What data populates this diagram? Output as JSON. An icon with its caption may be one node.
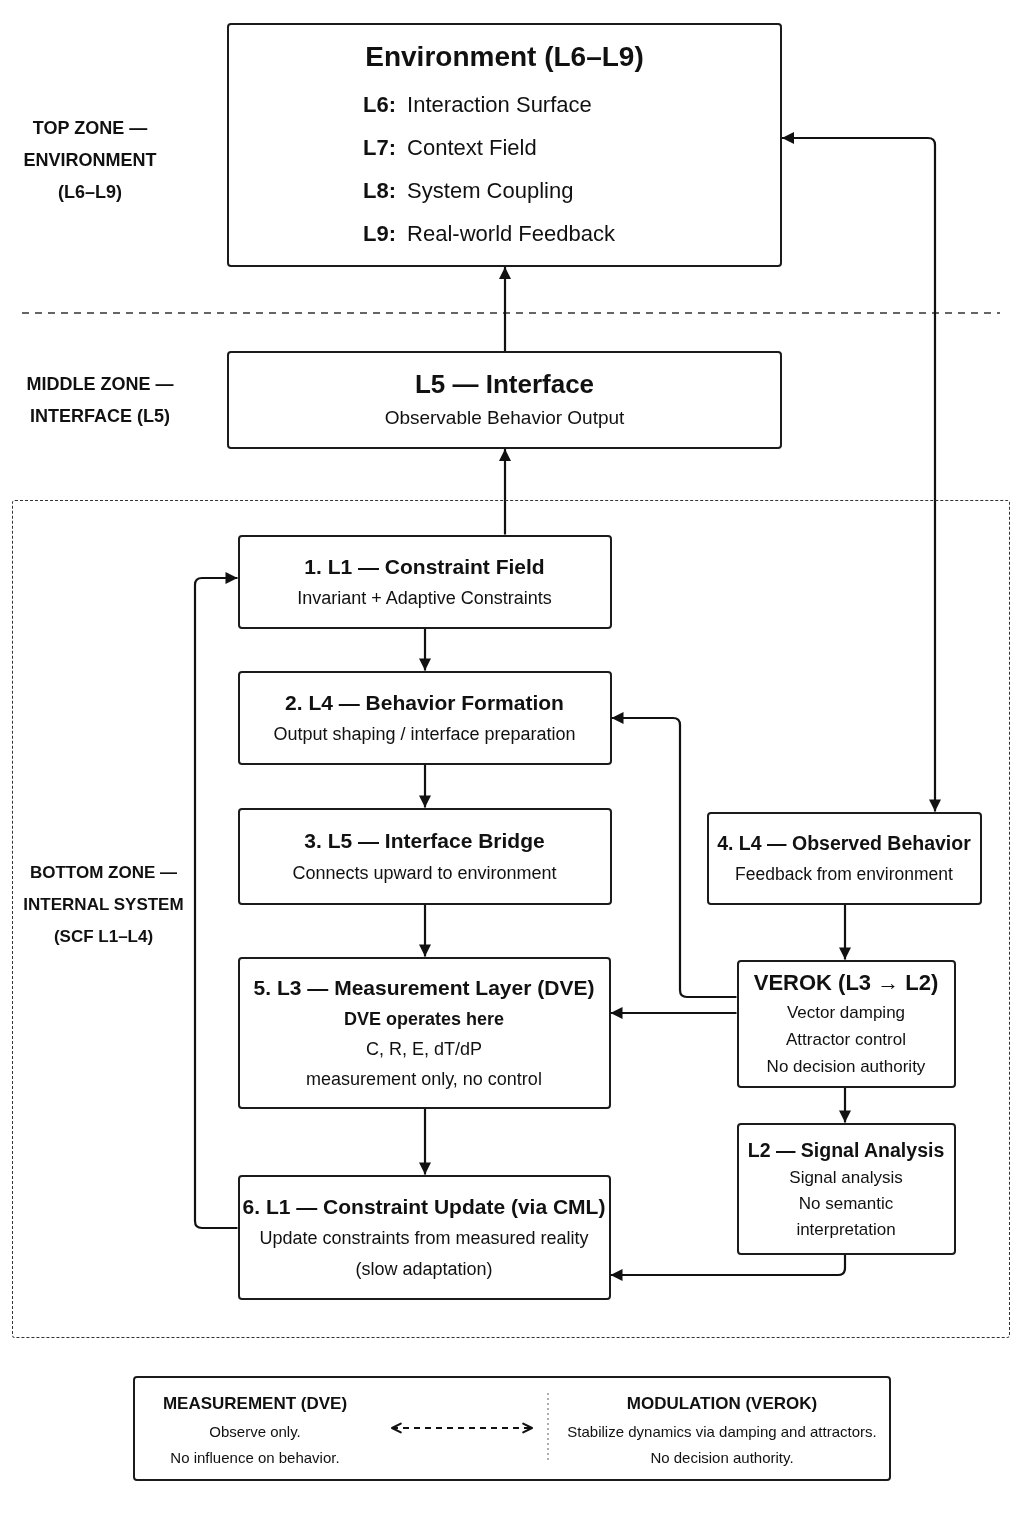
{
  "diagram": {
    "nodes": [
      {
        "text": [
          "Environment (L6–L9)",
          "**L6:** Interaction Surface",
          "**L7:** Context Field",
          "**L8:** System Coupling",
          "**L9:** Real-world Feedback"
        ]
      },
      {
        "text": [
          "L5 — Interface",
          "Observable Behavior Output"
        ]
      },
      {
        "text": [
          "BOTTOM ZONE — INTERNAL SYSTEM (SCF L1–L4)"
        ]
      },
      {
        "text": [
          "1. L1 — Constraint Field",
          "Invariant + Adaptive Constraints"
        ],
        "in": 2
      },
      {
        "text": [
          "2. L4 — Behavior Formation",
          "Output shaping / interface preparation"
        ],
        "in": 2
      },
      {
        "text": [
          "3. L5 — Interface Bridge",
          "Connects upward to environment"
        ],
        "in": 2
      },
      {
        "text": [
          "4. L4 — Observed Behavior",
          "Feedback from environment"
        ],
        "in": 2
      },
      {
        "text": [
          "5. L3 — Measurement Layer (DVE)",
          "DVE operates here",
          "C, R, E, dT/dP",
          "measurement only, no control"
        ],
        "in": 2
      },
      {
        "text": [
          "6. L1 — Constraint Update (via CML)",
          "Update constraints from measured reality",
          "(slow adaptation)"
        ],
        "in": 2
      },
      {
        "text": [
          "VEROK (L3 → L2)",
          "Vector damping",
          "Attractor control",
          "No decision authority"
        ],
        "in": 2
      },
      {
        "text": [
          "L2 — Signal Analysis",
          "Signal analysis",
          "No semantic interpretation"
        ],
        "in": 2
      },
      {
        "text": [],
        "shape": "box"
      },
      {
        "text": [
          "MEASUREMENT (DVE)",
          "Observe only.",
          "No influence on behavior."
        ],
        "in": 11
      },
      {
        "text": [
          "MODULATION (VEROK)",
          "Stabilize dynamics via damping and attractors.",
          "No decision authority."
        ],
        "in": 11
      }
    ],
    "edges": [
      {
        "from": 1,
        "to": 0,
        "arrow": "to"
      },
      {
        "from": 3,
        "to": 1,
        "arrow": "to"
      },
      {
        "from": 3,
        "to": 4,
        "arrow": "to"
      },
      {
        "from": 4,
        "to": 5,
        "arrow": "to"
      },
      {
        "from": 5,
        "to": 7,
        "arrow": "to"
      },
      {
        "from": 7,
        "to": 8,
        "arrow": "to"
      },
      {
        "from": 8,
        "to": 3,
        "arrow": "to"
      },
      {
        "from": 0,
        "to": 6,
        "arrow": "both"
      },
      {
        "from": 6,
        "to": 9,
        "arrow": "to"
      },
      {
        "from": 9,
        "to": 4,
        "arrow": "to"
      },
      {
        "from": 9,
        "to": 7,
        "arrow": "to"
      },
      {
        "from": 9,
        "to": 10,
        "arrow": "to"
      },
      {
        "from": 10,
        "to": 8,
        "arrow": "to"
      },
      {
        "from": 12,
        "to": 13,
        "arrow": "both",
        "style": "dashed"
      }
    ],
    "labels": [
      "TOP ZONE — ENVIRONMENT (L6–L9)",
      "MIDDLE ZONE — INTERFACE (L5)"
    ]
  }
}
